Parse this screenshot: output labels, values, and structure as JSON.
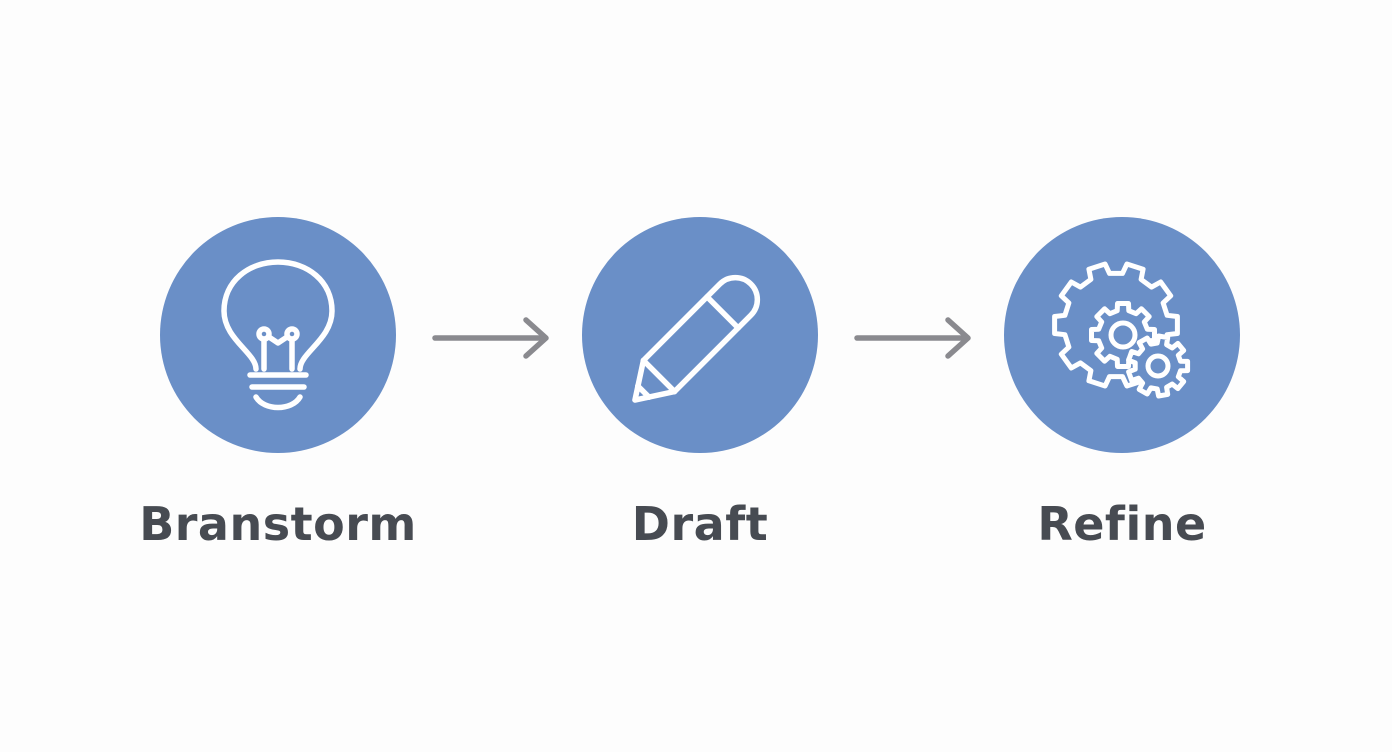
{
  "colors": {
    "circle_fill": "#6a8fc7",
    "icon_stroke": "#ffffff",
    "arrow": "#8a8a8f",
    "label_text": "#474b52",
    "background": "#fdfdfd"
  },
  "steps": [
    {
      "label": "Branstorm",
      "icon": "lightbulb-icon"
    },
    {
      "label": "Draft",
      "icon": "pencil-icon"
    },
    {
      "label": "Refine",
      "icon": "gears-icon"
    }
  ]
}
